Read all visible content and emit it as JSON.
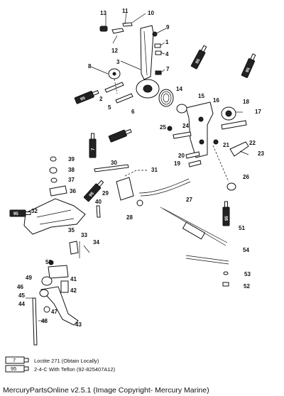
{
  "callouts": [
    {
      "n": "13"
    },
    {
      "n": "11"
    },
    {
      "n": "10"
    },
    {
      "n": "9"
    },
    {
      "n": "1"
    },
    {
      "n": "12"
    },
    {
      "n": "4"
    },
    {
      "n": "8"
    },
    {
      "n": "3"
    },
    {
      "n": "7"
    },
    {
      "n": "2"
    },
    {
      "n": "5"
    },
    {
      "n": "6"
    },
    {
      "n": "14"
    },
    {
      "n": "15"
    },
    {
      "n": "16"
    },
    {
      "n": "18"
    },
    {
      "n": "17"
    },
    {
      "n": "25"
    },
    {
      "n": "24"
    },
    {
      "n": "21"
    },
    {
      "n": "22"
    },
    {
      "n": "23"
    },
    {
      "n": "20"
    },
    {
      "n": "19"
    },
    {
      "n": "26"
    },
    {
      "n": "39"
    },
    {
      "n": "38"
    },
    {
      "n": "30"
    },
    {
      "n": "31"
    },
    {
      "n": "37"
    },
    {
      "n": "36"
    },
    {
      "n": "29"
    },
    {
      "n": "27"
    },
    {
      "n": "40"
    },
    {
      "n": "32"
    },
    {
      "n": "28"
    },
    {
      "n": "51"
    },
    {
      "n": "35"
    },
    {
      "n": "33"
    },
    {
      "n": "34"
    },
    {
      "n": "54"
    },
    {
      "n": "50"
    },
    {
      "n": "49"
    },
    {
      "n": "41"
    },
    {
      "n": "53"
    },
    {
      "n": "46"
    },
    {
      "n": "42"
    },
    {
      "n": "52"
    },
    {
      "n": "45"
    },
    {
      "n": "44"
    },
    {
      "n": "47"
    },
    {
      "n": "48"
    },
    {
      "n": "43"
    }
  ],
  "tubes": [
    {
      "label": "95"
    },
    {
      "label": "95"
    },
    {
      "label": "95"
    },
    {
      "label": "7"
    },
    {
      "label": "95"
    },
    {
      "label": "95"
    },
    {
      "label": "95"
    }
  ],
  "legend": [
    {
      "code": "7",
      "text": "Loctite 271 (Obtain Locally)"
    },
    {
      "code": "95",
      "text": "2-4-C With Teflon (92-825407A12)"
    }
  ],
  "footer": "MercuryPartsOnline v2.5.1 (Image Copyright- Mercury Marine)"
}
